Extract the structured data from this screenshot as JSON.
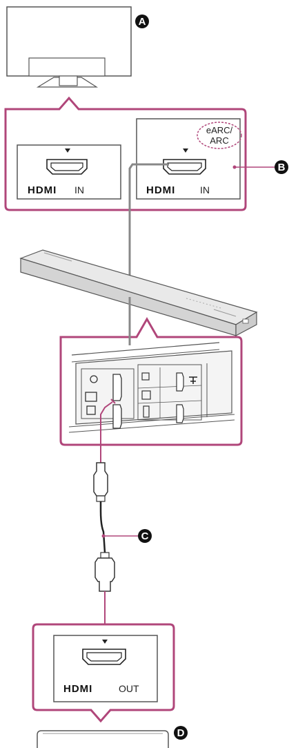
{
  "colors": {
    "accent": "#b0467a",
    "line": "#3a3a3a",
    "callout": "#111111",
    "panel": "#f7f7f7"
  },
  "callouts": {
    "a": "A",
    "b": "B",
    "c": "C",
    "d": "D"
  },
  "tv_panel": {
    "port1": {
      "logo": "HDMI",
      "label": "IN"
    },
    "port2": {
      "logo": "HDMI",
      "label": "IN",
      "arc_line1": "eARC/",
      "arc_line2": "ARC"
    }
  },
  "source_panel": {
    "port": {
      "logo": "HDMI",
      "label": "OUT"
    }
  },
  "icons": [
    "tv-icon",
    "soundbar-icon",
    "hdmi-port-icon",
    "hdmi-cable-icon",
    "playback-device-icon"
  ]
}
